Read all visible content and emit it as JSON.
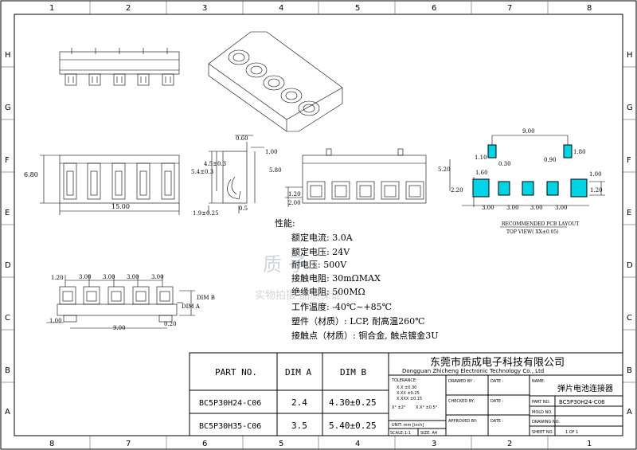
{
  "border": {
    "columns_top": [
      "1",
      "2",
      "3",
      "4",
      "5",
      "6",
      "7",
      "8"
    ],
    "columns_bottom": [
      "8",
      "7",
      "6",
      "5",
      "4",
      "3",
      "2",
      "1"
    ],
    "rows_left": [
      "H",
      "G",
      "F",
      "E",
      "D",
      "C",
      "B",
      "A"
    ],
    "rows_right": [
      "H",
      "G",
      "F",
      "E",
      "D",
      "C",
      "B",
      "A"
    ]
  },
  "dims": {
    "width_15": "15.00",
    "height_680": "6.80",
    "d060": "0.60",
    "d100a": "1.00",
    "d45": "4.5±0.3",
    "d54": "5.4±0.3",
    "d580": "5.80",
    "d05": "0.5",
    "d19": "1.9±0.25",
    "d120side": "1.20",
    "d200side": "2.00",
    "bottom_120": "1.20",
    "bottom_300": [
      "3.00",
      "3.00",
      "3.00",
      "3.00"
    ],
    "bottom_100": "1.00",
    "bottom_900": "9.00",
    "bottom_020": "0.20",
    "dim_b": "DIM B",
    "dim_a": "DIM A"
  },
  "pcb": {
    "d900": "9.00",
    "d110": "1.10",
    "d180": "1.80",
    "d030": "0.30",
    "d090": "0.90",
    "d520": "5.20",
    "d160": "1.60",
    "d100": "1.00",
    "d220": "2.20",
    "d120": "1.20",
    "pitch": [
      "3.00",
      "3.00",
      "3.00",
      "3.00"
    ],
    "title": "RECOMMENDED PCB LAYOUT",
    "subtitle": "TOP VIEW( XX±0.05)"
  },
  "specs": {
    "heading": "性能:",
    "lines": [
      "额定电流: 3.0A",
      "额定电压: 24V",
      "耐电压: 500V",
      "接触电阻: 30mΩMAX",
      "绝缘电阻: 500MΩ",
      "工作温度: -40℃~+85℃",
      "塑件（材质）: LCP, 耐高温260℃",
      "接触点（材质）: 铜合金, 触点镀金3U"
    ]
  },
  "watermark": {
    "line1": "质 子",
    "line2": "实物拍摄 品质保证"
  },
  "parts_table": {
    "headers": [
      "PART NO.",
      "DIM A",
      "DIM B"
    ],
    "rows": [
      [
        "BC5P30H24-C06",
        "2.4",
        "4.30±0.25"
      ],
      [
        "BC5P30H35-C06",
        "3.5",
        "5.40±0.25"
      ]
    ]
  },
  "title_block": {
    "company_cn": "东莞市质成电子科技有限公司",
    "company_en": "Dongguan Zhicheng Electronic Technology Co., Ltd",
    "tolerance_label": "TOLERANCE:",
    "tol_lines": [
      "X.X    ±0.30",
      "X.XX   ±0.25",
      "X.XXX  ±0.15"
    ],
    "angle1": "X°  ±2°",
    "angle2": "X.X°  ±0.5°",
    "unit": "UNIT:  mm  [inch]",
    "scale": "SCALE:1:1",
    "size": "SIZE: A4",
    "drawn_by": "DRAWED BY :",
    "checked_by": "CHECKED BY:",
    "approved_by": "APPROVED BY:",
    "date": "DATE :",
    "name_label": "NAME:",
    "name_value": "弹片电池连接器",
    "part_no_label": "PART NO.",
    "part_no_value": "BC5P30H24-C06",
    "mold_no": "MOLD NO.",
    "drawing_no": "DRAWING NO.",
    "sheet_no": "SHEET NO.",
    "sheet_value": "1 OF 1"
  }
}
